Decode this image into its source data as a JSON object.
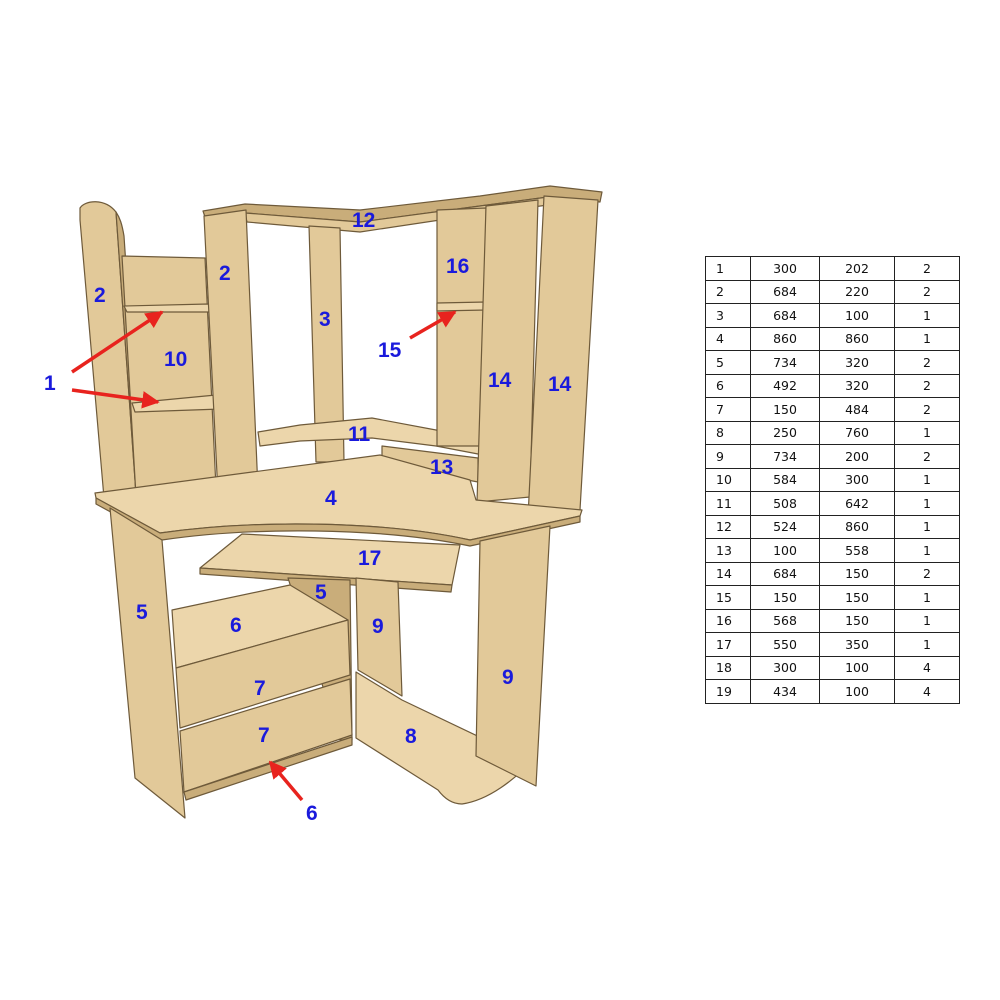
{
  "labels": {
    "l1": "1",
    "l2a": "2",
    "l2b": "2",
    "l3": "3",
    "l4": "4",
    "l5a": "5",
    "l5b": "5",
    "l6a": "6",
    "l6b": "6",
    "l7a": "7",
    "l7b": "7",
    "l8": "8",
    "l9a": "9",
    "l9b": "9",
    "l10": "10",
    "l11": "11",
    "l12": "12",
    "l13": "13",
    "l14a": "14",
    "l14b": "14",
    "l15": "15",
    "l16": "16",
    "l17": "17"
  },
  "colors": {
    "label": "#1a1adc",
    "arrow": "#e8231e",
    "wood": "#e2c999"
  },
  "table": [
    [
      "1",
      "300",
      "202",
      "2"
    ],
    [
      "2",
      "684",
      "220",
      "2"
    ],
    [
      "3",
      "684",
      "100",
      "1"
    ],
    [
      "4",
      "860",
      "860",
      "1"
    ],
    [
      "5",
      "734",
      "320",
      "2"
    ],
    [
      "6",
      "492",
      "320",
      "2"
    ],
    [
      "7",
      "150",
      "484",
      "2"
    ],
    [
      "8",
      "250",
      "760",
      "1"
    ],
    [
      "9",
      "734",
      "200",
      "2"
    ],
    [
      "10",
      "584",
      "300",
      "1"
    ],
    [
      "11",
      "508",
      "642",
      "1"
    ],
    [
      "12",
      "524",
      "860",
      "1"
    ],
    [
      "13",
      "100",
      "558",
      "1"
    ],
    [
      "14",
      "684",
      "150",
      "2"
    ],
    [
      "15",
      "150",
      "150",
      "1"
    ],
    [
      "16",
      "568",
      "150",
      "1"
    ],
    [
      "17",
      "550",
      "350",
      "1"
    ],
    [
      "18",
      "300",
      "100",
      "4"
    ],
    [
      "19",
      "434",
      "100",
      "4"
    ]
  ]
}
